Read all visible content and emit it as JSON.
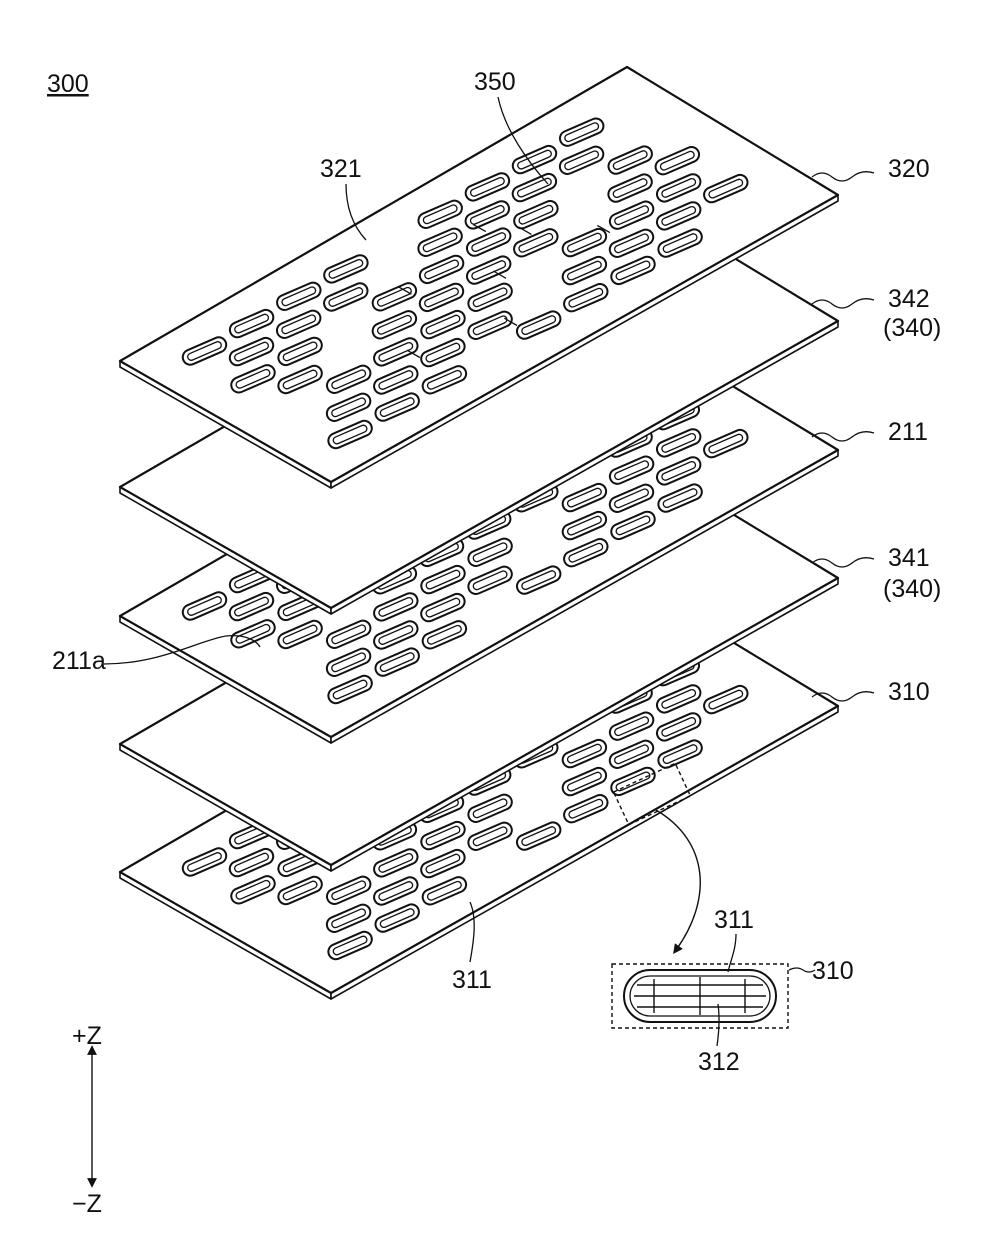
{
  "figure": {
    "label": "300"
  },
  "layers": [
    {
      "id": "layer-320",
      "ref": "320",
      "sub": "",
      "has_slots": true,
      "has_links": true
    },
    {
      "id": "layer-342",
      "ref": "342",
      "sub": "(340)",
      "has_slots": false,
      "has_links": false
    },
    {
      "id": "layer-211",
      "ref": "211",
      "sub": "",
      "has_slots": true,
      "has_links": false
    },
    {
      "id": "layer-341",
      "ref": "341",
      "sub": "(340)",
      "has_slots": false,
      "has_links": false
    },
    {
      "id": "layer-310",
      "ref": "310",
      "sub": "",
      "has_slots": true,
      "has_links": false
    }
  ],
  "callouts": {
    "slot_321": "321",
    "link_350": "350",
    "slot_211a": "211a",
    "slot_311": "311"
  },
  "detail": {
    "slot_label": "311",
    "plate_label": "310",
    "grid_label": "312"
  },
  "axis": {
    "up": "+Z",
    "down": "−Z"
  }
}
